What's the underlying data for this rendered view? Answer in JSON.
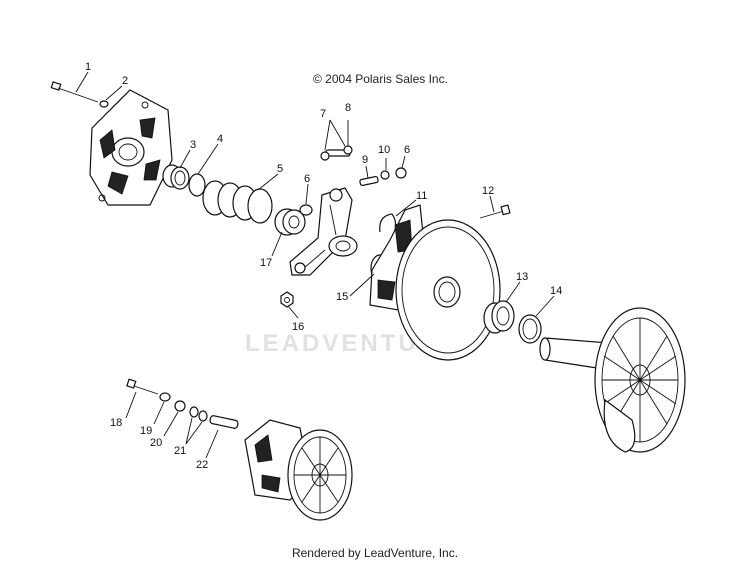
{
  "header": {
    "copyright": "© 2004 Polaris Sales Inc."
  },
  "footer": {
    "rendered_by": "Rendered by LeadVenture, Inc."
  },
  "watermark": {
    "text": "LEADVENTURE"
  },
  "callouts": {
    "c1": "1",
    "c2": "2",
    "c3": "3",
    "c4": "4",
    "c5": "5",
    "c6a": "6",
    "c6b": "6",
    "c7": "7",
    "c8": "8",
    "c9": "9",
    "c10": "10",
    "c11": "11",
    "c12": "12",
    "c13": "13",
    "c14": "14",
    "c15": "15",
    "c16": "16",
    "c17": "17",
    "c18": "18",
    "c19": "19",
    "c20": "20",
    "c21": "21",
    "c22": "22"
  }
}
